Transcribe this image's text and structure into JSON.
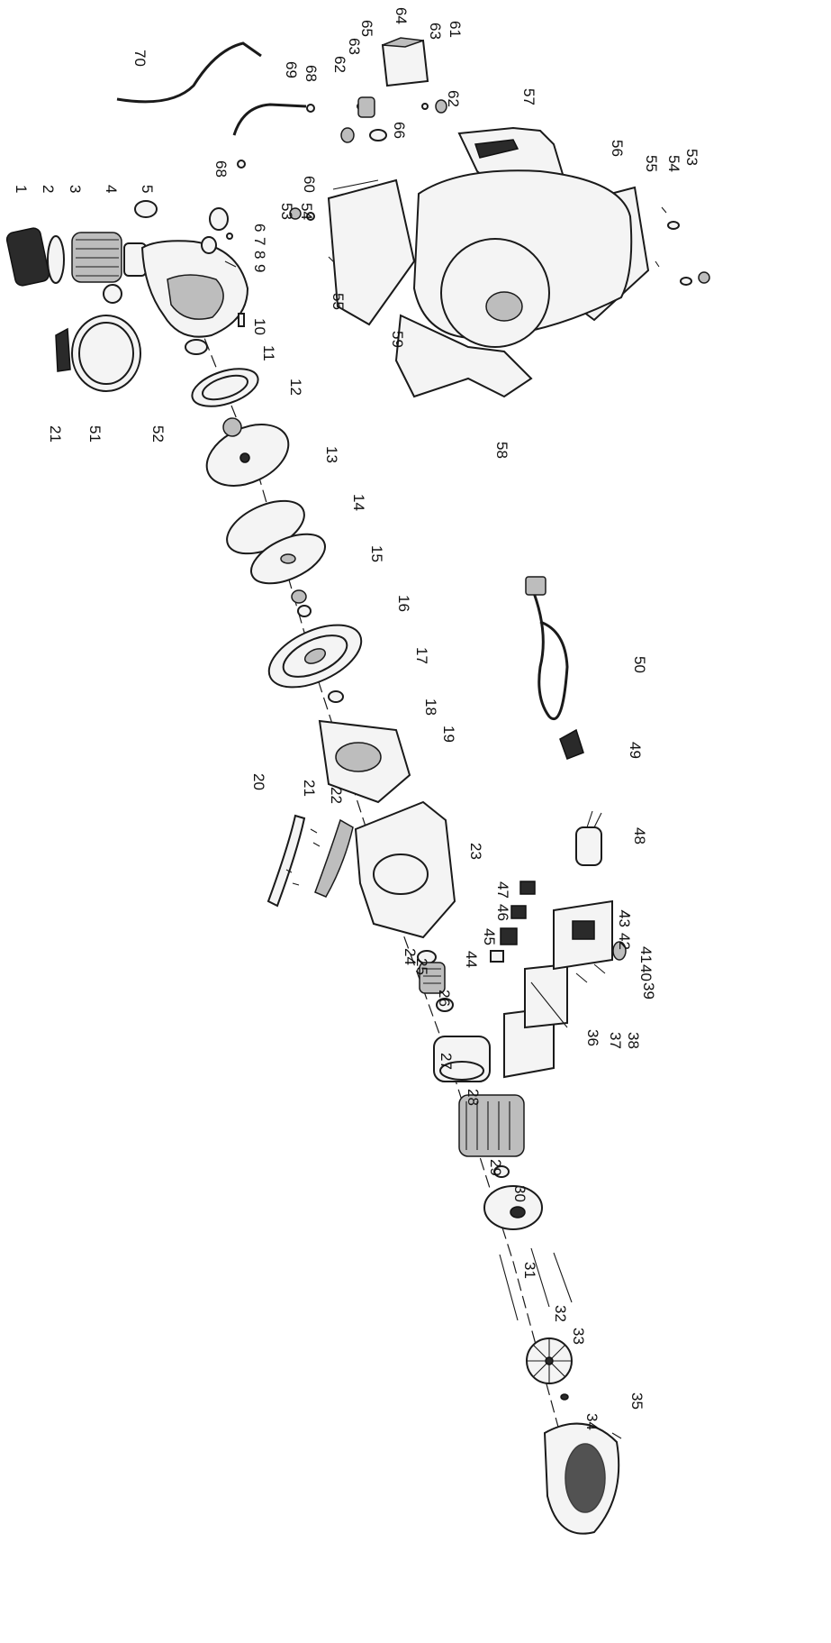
{
  "labels": {
    "p1": "1",
    "p2": "2",
    "p3": "3",
    "p4": "4",
    "p5": "5",
    "p6": "6",
    "p7": "7",
    "p8": "8",
    "p9": "9",
    "p10": "10",
    "p11": "11",
    "p12": "12",
    "p13": "13",
    "p14": "14",
    "p15": "15",
    "p16": "16",
    "p17": "17",
    "p18": "18",
    "p19": "19",
    "p20": "20",
    "p21a": "21",
    "p21b": "21",
    "p22": "22",
    "p23": "23",
    "p24": "24",
    "p25": "25",
    "p26": "26",
    "p27": "27",
    "p28": "28",
    "p29": "29",
    "p30": "30",
    "p31": "31",
    "p32": "32",
    "p33": "33",
    "p34": "34",
    "p35": "35",
    "p36": "36",
    "p37": "37",
    "p38": "38",
    "p39": "39",
    "p40": "40",
    "p41": "41",
    "p42": "42",
    "p43": "43",
    "p44": "44",
    "p45": "45",
    "p46": "46",
    "p47": "47",
    "p48": "48",
    "p49": "49",
    "p50": "50",
    "p51": "51",
    "p52": "52",
    "p53a": "53",
    "p53b": "53",
    "p54a": "54",
    "p54b": "54",
    "p55a": "55",
    "p55b": "55",
    "p56": "56",
    "p57": "57",
    "p58": "58",
    "p59": "59",
    "p60": "60",
    "p61": "61",
    "p62a": "62",
    "p62b": "62",
    "p63a": "63",
    "p63b": "63",
    "p64": "64",
    "p65": "65",
    "p66": "66",
    "p68a": "68",
    "p68b": "68",
    "p69": "69",
    "p70": "70"
  }
}
